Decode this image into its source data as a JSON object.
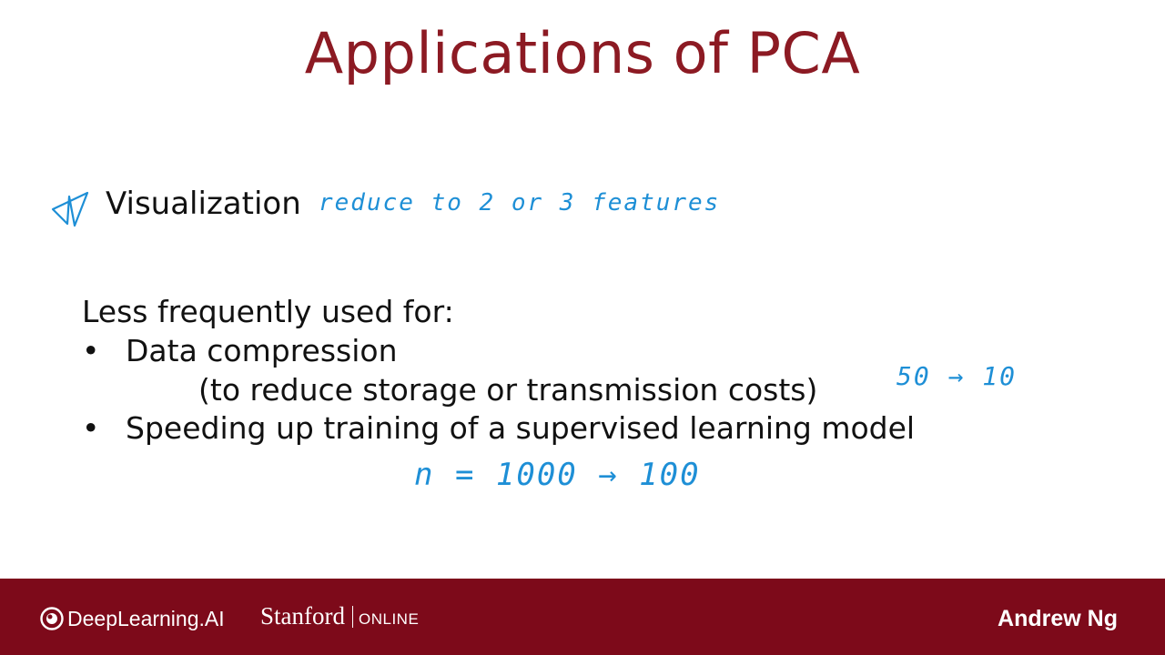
{
  "slide": {
    "title": "Applications of PCA",
    "visualization_label": "Visualization",
    "visualization_note": "reduce to 2 or 3 features",
    "less_frequent_heading": "Less frequently used for:",
    "bullets": [
      {
        "bullet": "•",
        "label": "Data compression",
        "detail": "(to reduce storage or transmission costs)",
        "note": "50 → 10"
      },
      {
        "bullet": "•",
        "label": "Speeding up training of a supervised learning model",
        "note": "n = 1000 → 100"
      }
    ]
  },
  "footer": {
    "logo_text": "DeepLearning.AI",
    "stanford_text": "Stanford",
    "online_text": "ONLINE",
    "author": "Andrew Ng"
  },
  "colors": {
    "title": "#8c1a23",
    "handwriting": "#1e8fd6",
    "footer_bg": "#7d0a1a"
  },
  "icons": [
    "star-icon",
    "deeplearning-logo-icon"
  ]
}
